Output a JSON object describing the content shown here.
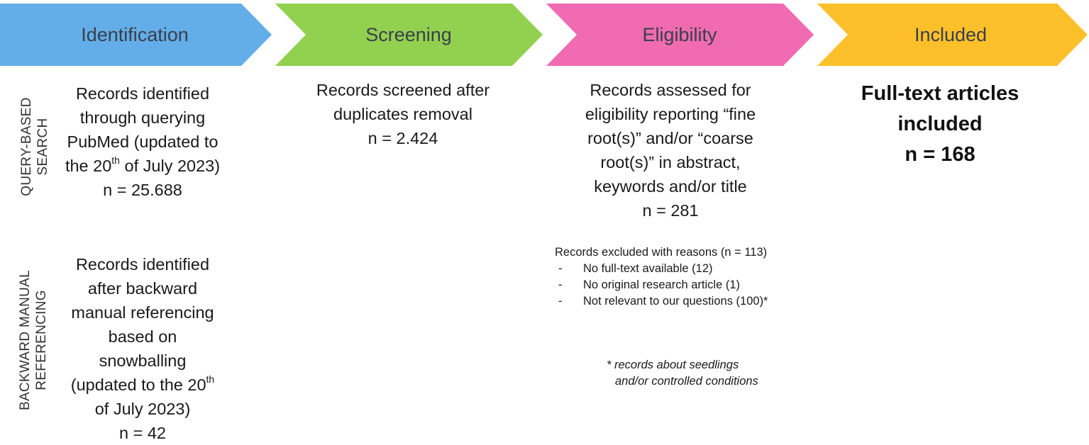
{
  "stages": [
    {
      "label": "Identification",
      "color": "#63aee8"
    },
    {
      "label": "Screening",
      "color": "#92d050"
    },
    {
      "label": "Eligibility",
      "color": "#f06bb1"
    },
    {
      "label": "Included",
      "color": "#fdc02a"
    }
  ],
  "side_labels": {
    "query_line1": "QUERY-BASED",
    "query_line2": "SEARCH",
    "manual_line1": "BACKWARD MANUAL",
    "manual_line2": "REFERENCING"
  },
  "identification_query": {
    "line1": "Records identified",
    "line2": "through querying",
    "line3": "PubMed (updated to",
    "line4_pre": "the 20",
    "line4_sup": "th",
    "line4_post": " of July 2023)",
    "count": "n = 25.688"
  },
  "identification_manual": {
    "line1": "Records identified",
    "line2": "after backward",
    "line3": "manual referencing",
    "line4": "based on",
    "line5": "snowballing",
    "line6_pre": "(updated to the 20",
    "line6_sup": "th",
    "line7": "of July 2023)",
    "count": "n = 42"
  },
  "screening": {
    "line1": "Records screened after",
    "line2": "duplicates removal",
    "count": "n = 2.424"
  },
  "eligibility": {
    "line1": "Records assessed for",
    "line2": "eligibility reporting “fine",
    "line3": "root(s)” and/or “coarse",
    "line4": "root(s)” in abstract,",
    "line5": "keywords and/or title",
    "count": "n = 281"
  },
  "exclusions": {
    "heading": "Records excluded with reasons (n = 113)",
    "items": [
      "No full-text available (12)",
      "No original research article (1)",
      "Not relevant to our questions (100)*"
    ],
    "note_line1": "* records about seedlings",
    "note_line2": "and/or controlled conditions"
  },
  "included": {
    "line1": "Full-text articles",
    "line2": "included",
    "count": "n = 168"
  }
}
